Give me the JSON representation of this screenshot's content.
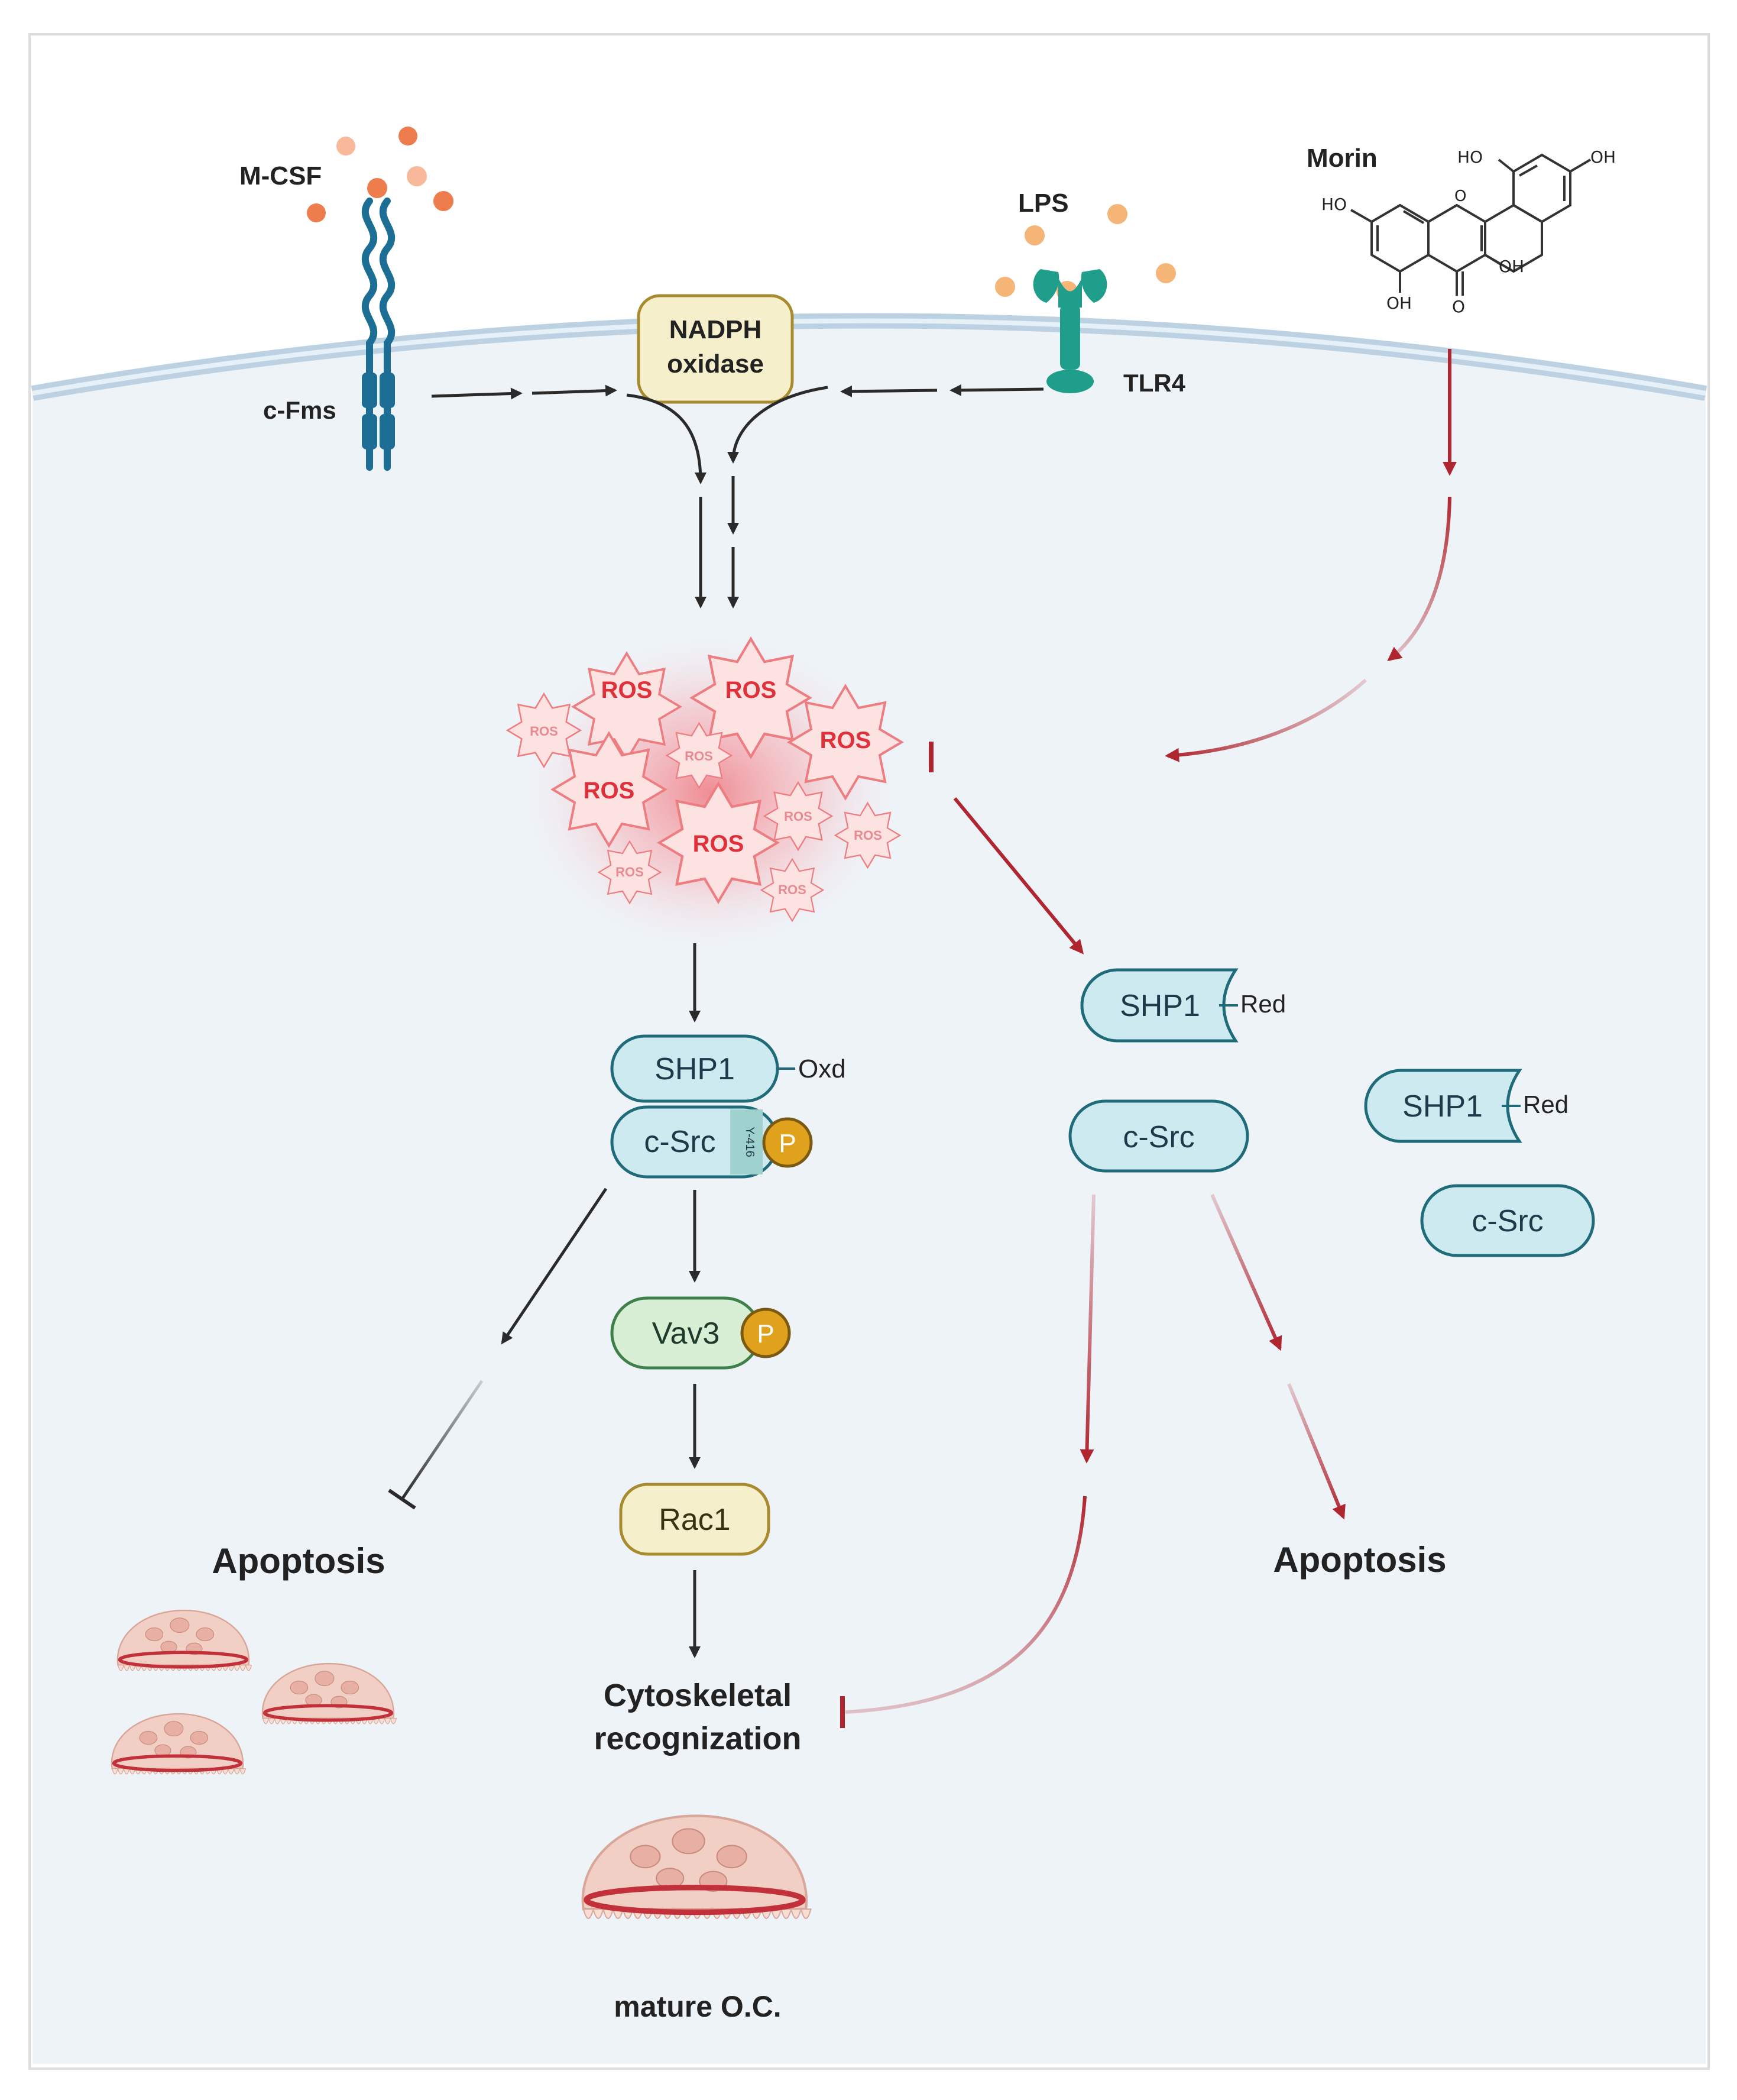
{
  "labels": {
    "mcsf": "M-CSF",
    "cfms": "c-Fms",
    "lps": "LPS",
    "tlr4": "TLR4",
    "morin": "Morin",
    "nadph_line1": "NADPH",
    "nadph_line2": "oxidase",
    "ros": "ROS",
    "shp1": "SHP1",
    "oxd": "Oxd",
    "red": "Red",
    "csrc": "c-Src",
    "y416": "Y-416",
    "p": "P",
    "vav3": "Vav3",
    "rac1": "Rac1",
    "apoptosis": "Apoptosis",
    "cyto_line1": "Cytoskeletal",
    "cyto_line2": "recognization",
    "mature_oc": "mature O.C."
  },
  "morin_structure": {
    "ho_top": "HO",
    "oh_top": "OH",
    "ho_left": "HO",
    "oh_mid": "OH",
    "oh_bottom": "OH",
    "o_keto": "O",
    "o_ring": "O"
  },
  "colors": {
    "background": "#ffffff",
    "cell": "#eef3f8",
    "membrane": "#bcd2e2",
    "black_arrow": "#2a2a2a",
    "red_arrow": "#b02630",
    "ros": "#e0303a",
    "shp1_fill": "#cdeaf0",
    "shp1_stroke": "#1f6b7a",
    "vav3_fill": "#d8efd6",
    "vav3_stroke": "#3f7f4a",
    "rac1_fill": "#f6efcc",
    "rac1_stroke": "#a88b2e",
    "phospho": "#e0a21c",
    "receptor_blue": "#1c6e94",
    "tlr4_teal": "#1f9e8c",
    "ligand_orange": "#ee7d4e",
    "lps_orange": "#f4b577",
    "osteoclast": "#f2cfc4",
    "osteoclast_line": "#c2303a"
  }
}
